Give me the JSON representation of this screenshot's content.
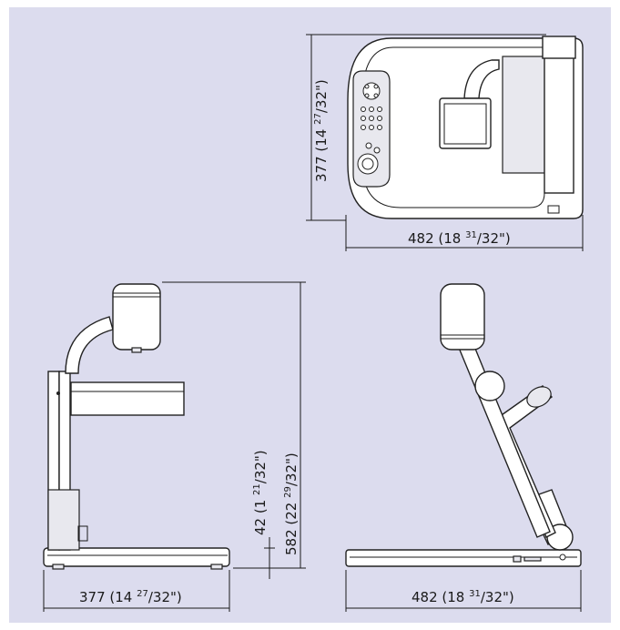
{
  "colors": {
    "background": "#dcdcee",
    "drawing": "#1a1a1a"
  },
  "dimensions": {
    "top_view": {
      "height_label": {
        "main": "377 (14 ",
        "sup": "27",
        "tail": "/32\")"
      },
      "width_label": {
        "main": "482 (18 ",
        "sup": "31",
        "tail": "/32\")"
      }
    },
    "front_view": {
      "height_label": {
        "main": "582 (22 ",
        "sup": "29",
        "tail": "/32\")"
      },
      "base_label": {
        "main": "42 (1 ",
        "sup": "21",
        "tail": "/32\")"
      },
      "width_label": {
        "main": "377 (14 ",
        "sup": "27",
        "tail": "/32\")"
      }
    },
    "side_view": {
      "width_label": {
        "main": "482 (18 ",
        "sup": "31",
        "tail": "/32\")"
      }
    }
  }
}
